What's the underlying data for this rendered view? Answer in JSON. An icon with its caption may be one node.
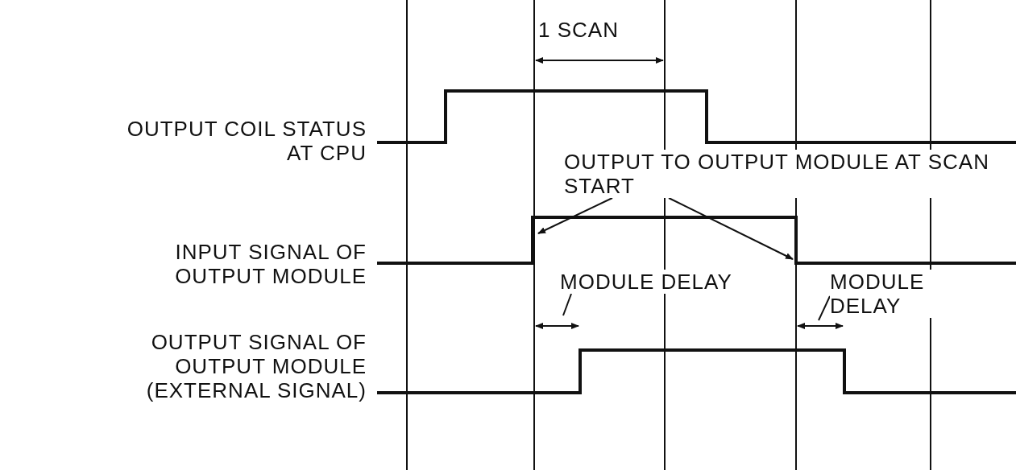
{
  "diagram": {
    "nodes": [
      {
        "text": [
          "OUTPUT TO OUTPUT MODULE AT SCAN START"
        ]
      },
      {
        "text": [
          "MODULE DELAY"
        ]
      },
      {
        "text": [
          "MODULE DELAY"
        ]
      }
    ],
    "edges": [
      {
        "from": 0,
        "to": null,
        "arrow": "to"
      },
      {
        "from": 0,
        "to": null,
        "arrow": "to"
      },
      {
        "from": 1,
        "to": null,
        "arrow": "none"
      },
      {
        "from": 2,
        "to": null,
        "arrow": "none"
      }
    ],
    "labels": [
      "1 SCAN",
      "OUTPUT COIL STATUS AT CPU",
      "INPUT SIGNAL OF OUTPUT MODULE",
      "OUTPUT SIGNAL OF OUTPUT MODULE (EXTERNAL SIGNAL)"
    ]
  }
}
